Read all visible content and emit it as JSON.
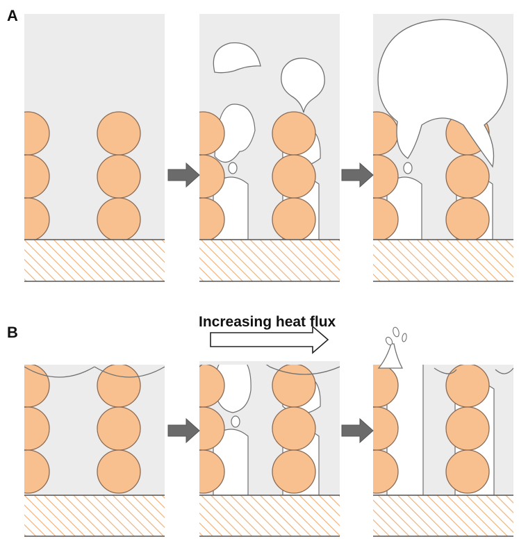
{
  "panels": {
    "a_label": "A",
    "b_label": "B"
  },
  "annotation": {
    "heat_flux_label": "Increasing heat flux"
  },
  "colors": {
    "particle": "#f8c08f",
    "particle_stroke": "#8a6a55",
    "liquid": "#ececec",
    "vapor": "#ffffff",
    "substrate_hatch": "#f0b27a",
    "outline": "#6f6f6f",
    "arrow": "#6b6b6b"
  }
}
